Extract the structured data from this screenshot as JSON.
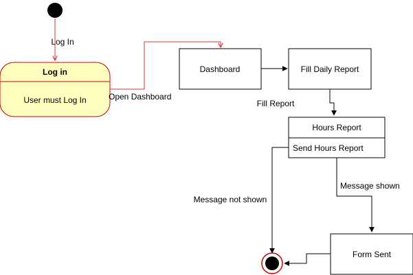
{
  "nodes": {
    "start": {
      "type": "initial-state"
    },
    "login": {
      "title": "Log in",
      "body": "User must Log In"
    },
    "dashboard": {
      "label": "Dashboard"
    },
    "fill_daily_report": {
      "label": "Fill Daily Report"
    },
    "hours_report": {
      "title": "Hours Report",
      "body": "Send Hours Report"
    },
    "form_sent": {
      "label": "Form Sent"
    },
    "end": {
      "type": "final-state"
    }
  },
  "edges": {
    "start_to_login": {
      "label": "Log In"
    },
    "login_to_dashboard": {
      "label": "Open Dashboard"
    },
    "dashboard_to_fill": {
      "label": ""
    },
    "fill_to_hours": {
      "label": "Fill Report"
    },
    "hours_to_end": {
      "label": "Message not shown"
    },
    "hours_to_form": {
      "label": "Message shown"
    },
    "form_to_end": {
      "label": ""
    }
  },
  "colors": {
    "highlight_stroke": "#cc0000",
    "highlight_fill": "#ffffc0",
    "edge_highlight": "#dd3333",
    "stroke": "#000000",
    "node_fill": "#ffffff"
  }
}
